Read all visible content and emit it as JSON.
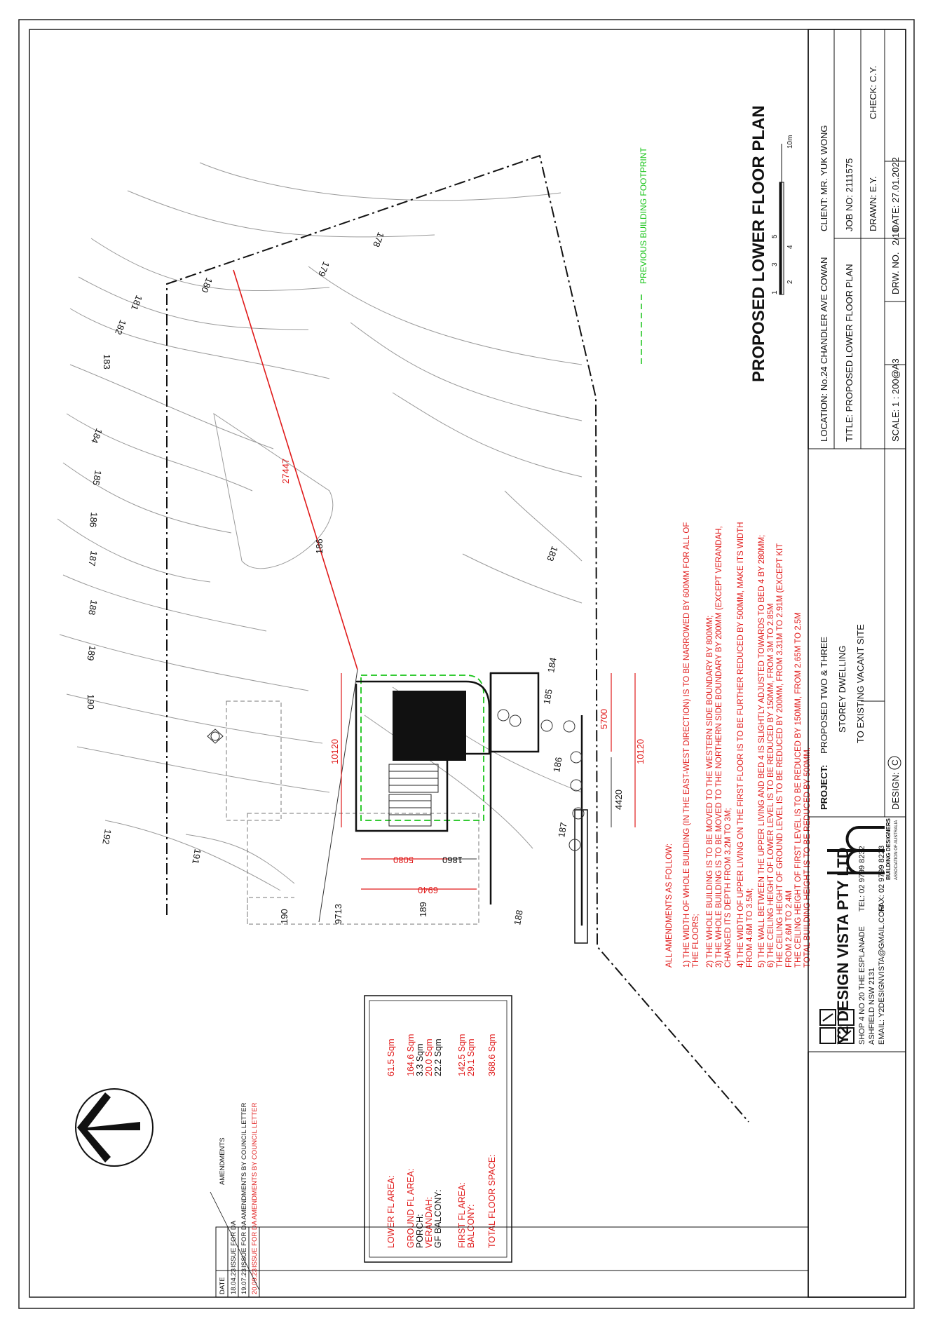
{
  "plan_title": "PROPOSED LOWER FLOOR PLAN",
  "scale_bar": {
    "ticks": [
      "1",
      "2",
      "3",
      "4",
      "5",
      "10m"
    ]
  },
  "legend_previous_footprint": "PREVIOUS BUILDING FOOTPRINT",
  "contours": [
    "178",
    "179",
    "180",
    "181",
    "182",
    "183",
    "184",
    "185",
    "186",
    "187",
    "188",
    "189",
    "190",
    "191",
    "192",
    "183",
    "186",
    "184",
    "185",
    "186",
    "187",
    "188",
    "189",
    "190"
  ],
  "dimensions": {
    "diagonal": "27447",
    "left_depth": "10120",
    "right_depth": "10120",
    "right_upper": "5700",
    "right_lower": "4420",
    "width_a": "5080",
    "width_b": "1860",
    "width_total": "6940",
    "setback": "9713"
  },
  "amendments_note": {
    "heading": "ALL AMENDMENTS AS FOLLOW:",
    "items": [
      "1)  THE WIDTH OF WHOLE BUILDING (IN THE EAST-WEST DIRECTION) IS TO BE NARROWED BY 600MM FOR ALL OF",
      "      THE FLOORS;",
      "2)  THE WHOLE BUILDING IS TO BE MOVED TO THE WESTERN SIDE BOUNDARY BY 800MM;",
      "3)  THE WHOLE BUILDING IS TO BE MOVED TO THE NORTHERN SIDE BOUNDARY BY 200MM (EXCEPT VERANDAH,",
      "      CHANGED ITS DEPTH FROM 3.2M TO 3M;",
      "4)  THE WIDTH OF UPPER LIVING ON THE FIRST FLOOR IS TO BE FURTHER REDUCED BY 500MM, MAKE ITS WIDTH",
      "      FROM 4.6M TO 3.5M;",
      "5)  THE WALL BETWEEN THE UPPER LIVING AND BED 4 IS SLIGHTLY ADJUSTED TOWARDS TO BED 4 BY 280MM;",
      "6)  THE CEILING HEIGHT OF LOWER LEVEL IS TO BE REDUCED BY 150MM, FROM 3M TO 2.85M",
      "      THE CEILING HEIGHT OF GROUND LEVEL IS TO BE REDUCED BY 200MM, FROM 3.31M TO 2.91M  (EXCEPT KIT",
      "      FROM 2.6M TO 2.4M",
      "      THE CEILING HEIGHT OF FIRST LEVEL IS TO BE REDUCED BY 150MM, FROM 2.65M TO 2.5M",
      "      TOTAL BUILDING HEIGHT IS TO BE REDUCED BY 500MM."
    ]
  },
  "areas": {
    "rows": [
      {
        "label": "LOWER  FL  AREA:",
        "value": "61.5  Sqm",
        "color": "red"
      },
      {
        "label": "",
        "value": "",
        "color": "black"
      },
      {
        "label": "GROUND  FL  AREA:",
        "value": "164.6  Sqm",
        "color": "red"
      },
      {
        "label": "PORCH:",
        "value": "3.3  Sqm",
        "color": "black"
      },
      {
        "label": "VERANDAH:",
        "value": "20.0  Sqm",
        "color": "red"
      },
      {
        "label": "GF  BALCONY:",
        "value": "22.2  Sqm",
        "color": "black"
      },
      {
        "label": "",
        "value": "",
        "color": "black"
      },
      {
        "label": "FIRST  FL  AREA:",
        "value": "142.5  Sqm",
        "color": "red"
      },
      {
        "label": "BALCONY:",
        "value": "29.1  Sqm",
        "color": "red"
      },
      {
        "label": "",
        "value": "",
        "color": "black"
      },
      {
        "label": "TOTAL  FLOOR  SPACE:",
        "value": "368.6  Sqm",
        "color": "red"
      }
    ]
  },
  "title_block": {
    "project_label": "PROJECT:",
    "project_lines": [
      "PROPOSED TWO & THREE",
      "STOREY DWELLING",
      "TO EXISTING VACANT SITE"
    ],
    "design_label": "DESIGN:",
    "design_value": "C",
    "location": "LOCATION: No.24 CHANDLER AVE COWAN",
    "client": "CLIENT: MR. YUK WONG",
    "title": "TITLE: PROPOSED LOWER FLOOR PLAN",
    "job_no": "JOB NO:  2111575",
    "drawn": "DRAWN: E.Y.",
    "check": "CHECK: C.Y.",
    "scale": "SCALE:   1 : 200@A3",
    "drw_no_label": "DRW. NO.",
    "drw_no_value": "2/10",
    "date": "DATE:   27.01.2022",
    "company": "Y2 DESIGN VISTA PTY LTD",
    "address1": "SHOP 4 NO 20 THE ESPLANADE",
    "address2": "ASHFIELD NSW 2131",
    "email": "EMAIL: Y2DESIGNVISTA@GMAIL.COM",
    "tel": "TEL:    02  9799  8232",
    "fax": "FAX:   02  9799  8223",
    "bda_name": "BUILDING DESIGNERS",
    "bda_sub": "ASSOCIATION OF AUSTRALIA",
    "bda_logo": "bda"
  },
  "revisions": {
    "date_header": "DATE",
    "amend_header": "AMENDMENTS",
    "rows": [
      {
        "date": "18.04.23",
        "text": "ISSUE FOR DA",
        "color": "black"
      },
      {
        "date": "19.07.23",
        "text": "ISSUE FOR DA AMENDMENTS BY COUNCIL LETTER",
        "color": "black"
      },
      {
        "date": "20.09.23",
        "text": "ISSUE FOR DA AMENDMENTS BY COUNCIL LETTER",
        "color": "red"
      }
    ]
  },
  "colors": {
    "red": "#e01a1a",
    "green": "#18c418",
    "grey": "#888888"
  }
}
